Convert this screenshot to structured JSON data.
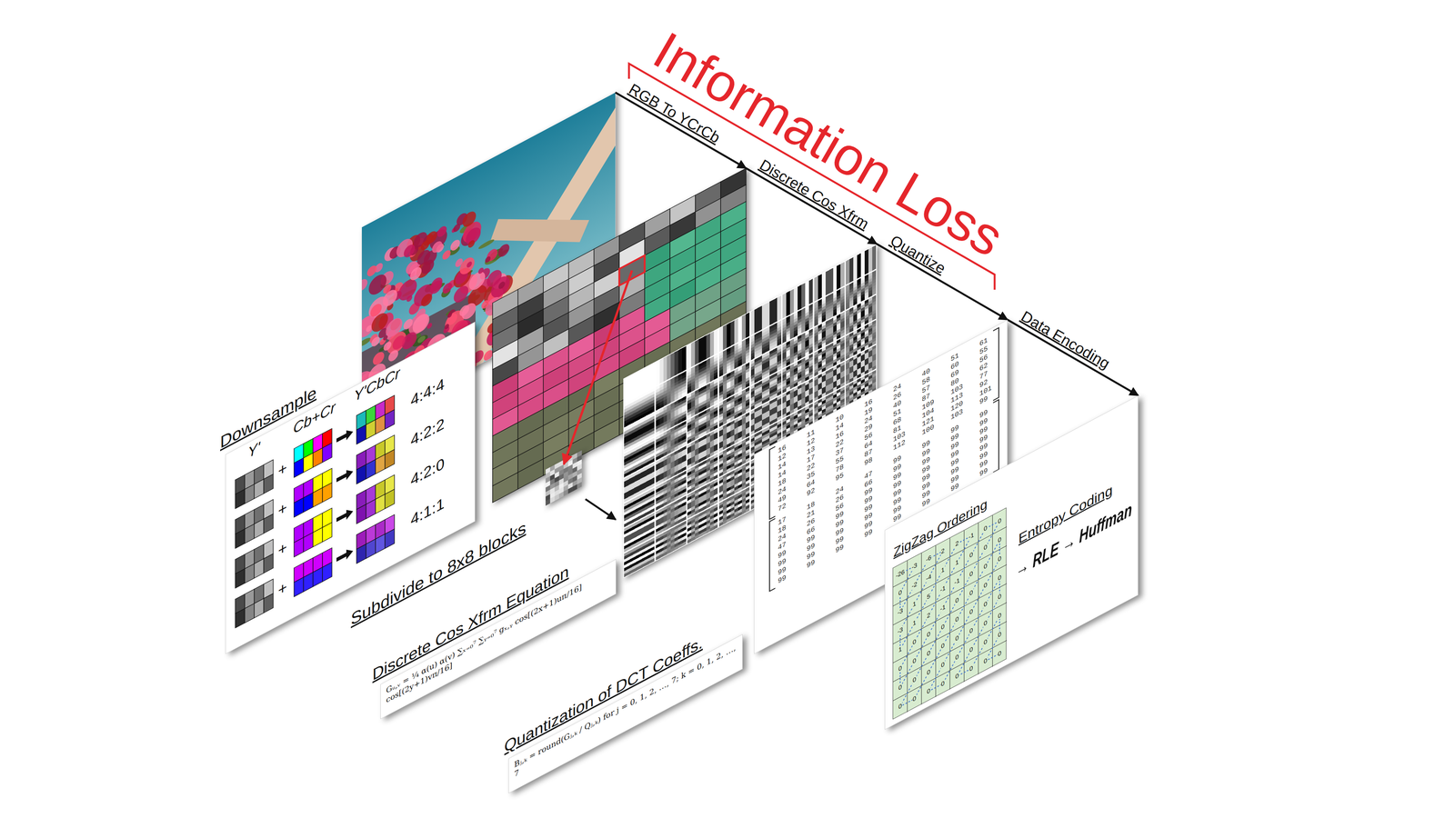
{
  "diagram": {
    "title": "Information Loss",
    "nodes": [
      {
        "text": [
          "Downsample",
          "Y'",
          "Cb+Cr",
          "Y'CbCr",
          "+",
          "+",
          "+",
          "+",
          "4:4:4",
          "4:2:2",
          "4:2:0",
          "4:1:1"
        ]
      },
      {
        "text": [
          "Discrete Cos Xfrm Equation",
          "Gᵤ,ᵥ = ¼ α(u) α(v) ∑ₓ₌₀⁷ ∑ᵧ₌₀⁷ gₓ,ᵧ cos[(2x+1)uπ/16] cos[(2y+1)vπ/16]"
        ]
      },
      {
        "text": [
          "Quantization of DCT Coeffs.",
          "Bⱼ,ₖ = round(Gⱼ,ₖ / Qⱼ,ₖ) for j = 0, 1, 2, …, 7; k = 0, 1, 2, …, 7"
        ]
      },
      {
        "text": [
          "16",
          "11",
          "10",
          "16",
          "24",
          "40",
          "51",
          "61",
          "12",
          "12",
          "14",
          "19",
          "26",
          "58",
          "60",
          "55",
          "14",
          "13",
          "16",
          "24",
          "40",
          "57",
          "69",
          "56",
          "14",
          "17",
          "22",
          "29",
          "51",
          "87",
          "80",
          "62",
          "18",
          "22",
          "37",
          "56",
          "68",
          "109",
          "103",
          "77",
          "24",
          "35",
          "55",
          "64",
          "81",
          "104",
          "113",
          "92",
          "49",
          "64",
          "78",
          "87",
          "103",
          "121",
          "120",
          "101",
          "72",
          "92",
          "95",
          "98",
          "112",
          "100",
          "103",
          "99",
          "17",
          "18",
          "24",
          "47",
          "99",
          "99",
          "99",
          "99",
          "18",
          "21",
          "26",
          "66",
          "99",
          "99",
          "99",
          "99",
          "24",
          "26",
          "56",
          "99",
          "99",
          "99",
          "99",
          "99",
          "47",
          "66",
          "99",
          "99",
          "99",
          "99",
          "99",
          "99",
          "99",
          "99",
          "99",
          "99",
          "99",
          "99",
          "99",
          "99",
          "99",
          "99",
          "99",
          "99",
          "99",
          "99",
          "99",
          "99",
          "99",
          "99",
          "99",
          "99",
          "99",
          "99",
          "99",
          "99",
          "99",
          "99",
          "99",
          "99",
          "99",
          "99",
          "99",
          "99"
        ]
      },
      {
        "text": [
          "ZigZag Ordering",
          "Entropy Coding",
          "→ RLE → Huffman"
        ]
      },
      {
        "text": [
          "-26",
          "-3",
          "-6",
          "2",
          "2",
          "-1",
          "0",
          "0",
          "0",
          "-2",
          "-4",
          "1",
          "1",
          "0",
          "0",
          "0",
          "-3",
          "1",
          "5",
          "-1",
          "-1",
          "0",
          "0",
          "0",
          "-3",
          "1",
          "2",
          "-1",
          "0",
          "0",
          "0",
          "0",
          "1",
          "0",
          "0",
          "0",
          "0",
          "0",
          "0",
          "0",
          "0",
          "0",
          "0",
          "0",
          "0",
          "0",
          "0",
          "0",
          "0",
          "0",
          "0",
          "0",
          "0",
          "0",
          "0",
          "0",
          "0",
          "0",
          "0",
          "0",
          "0",
          "0",
          "0",
          "0"
        ],
        "in": 4
      }
    ],
    "labels": [
      "RGB To YCrCb",
      "Discrete Cos Xfrm",
      "Quantize",
      "Data Encoding",
      "Subdivide to 8x8 blocks"
    ]
  }
}
